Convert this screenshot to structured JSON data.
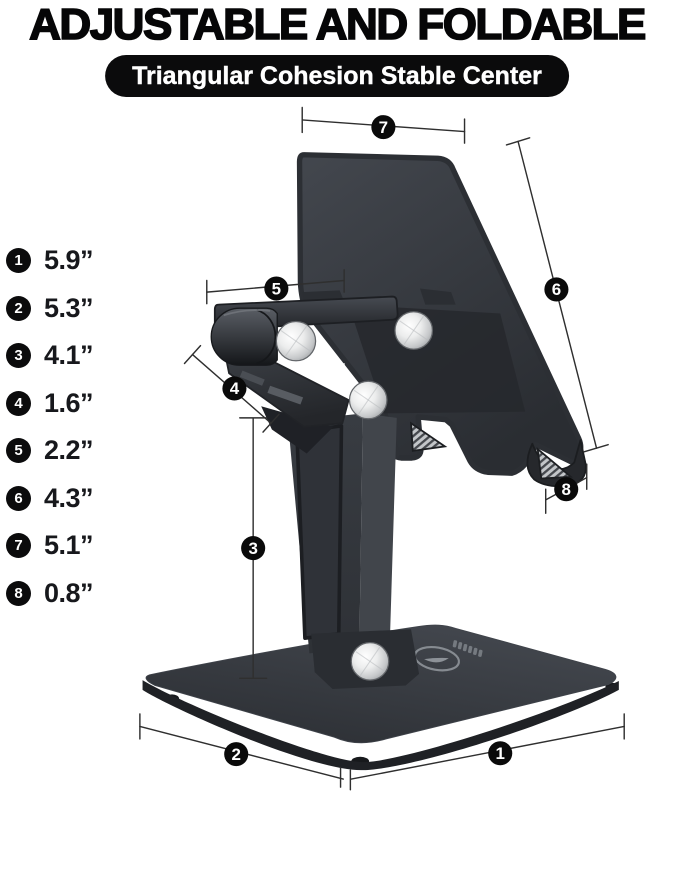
{
  "title": "ADJUSTABLE AND FOLDABLE",
  "subtitle": "Triangular Cohesion Stable Center",
  "measurements": [
    {
      "num": "1",
      "value": "5.9”"
    },
    {
      "num": "2",
      "value": "5.3”"
    },
    {
      "num": "3",
      "value": "4.1”"
    },
    {
      "num": "4",
      "value": "1.6”"
    },
    {
      "num": "5",
      "value": "2.2”"
    },
    {
      "num": "6",
      "value": "4.3”"
    },
    {
      "num": "7",
      "value": "5.1”"
    },
    {
      "num": "8",
      "value": "0.8”"
    }
  ],
  "diagram": {
    "product": "foldable phone stand",
    "callout_numbers": [
      "1",
      "2",
      "3",
      "4",
      "5",
      "6",
      "7",
      "8"
    ],
    "base_logo_icon": "oval-swoosh-emblem"
  },
  "colors": {
    "ink": "#0b0b0c",
    "annotation_line": "#2f2f2f",
    "product_body": "#33373d",
    "metal_highlight": "#f4f5f5"
  }
}
